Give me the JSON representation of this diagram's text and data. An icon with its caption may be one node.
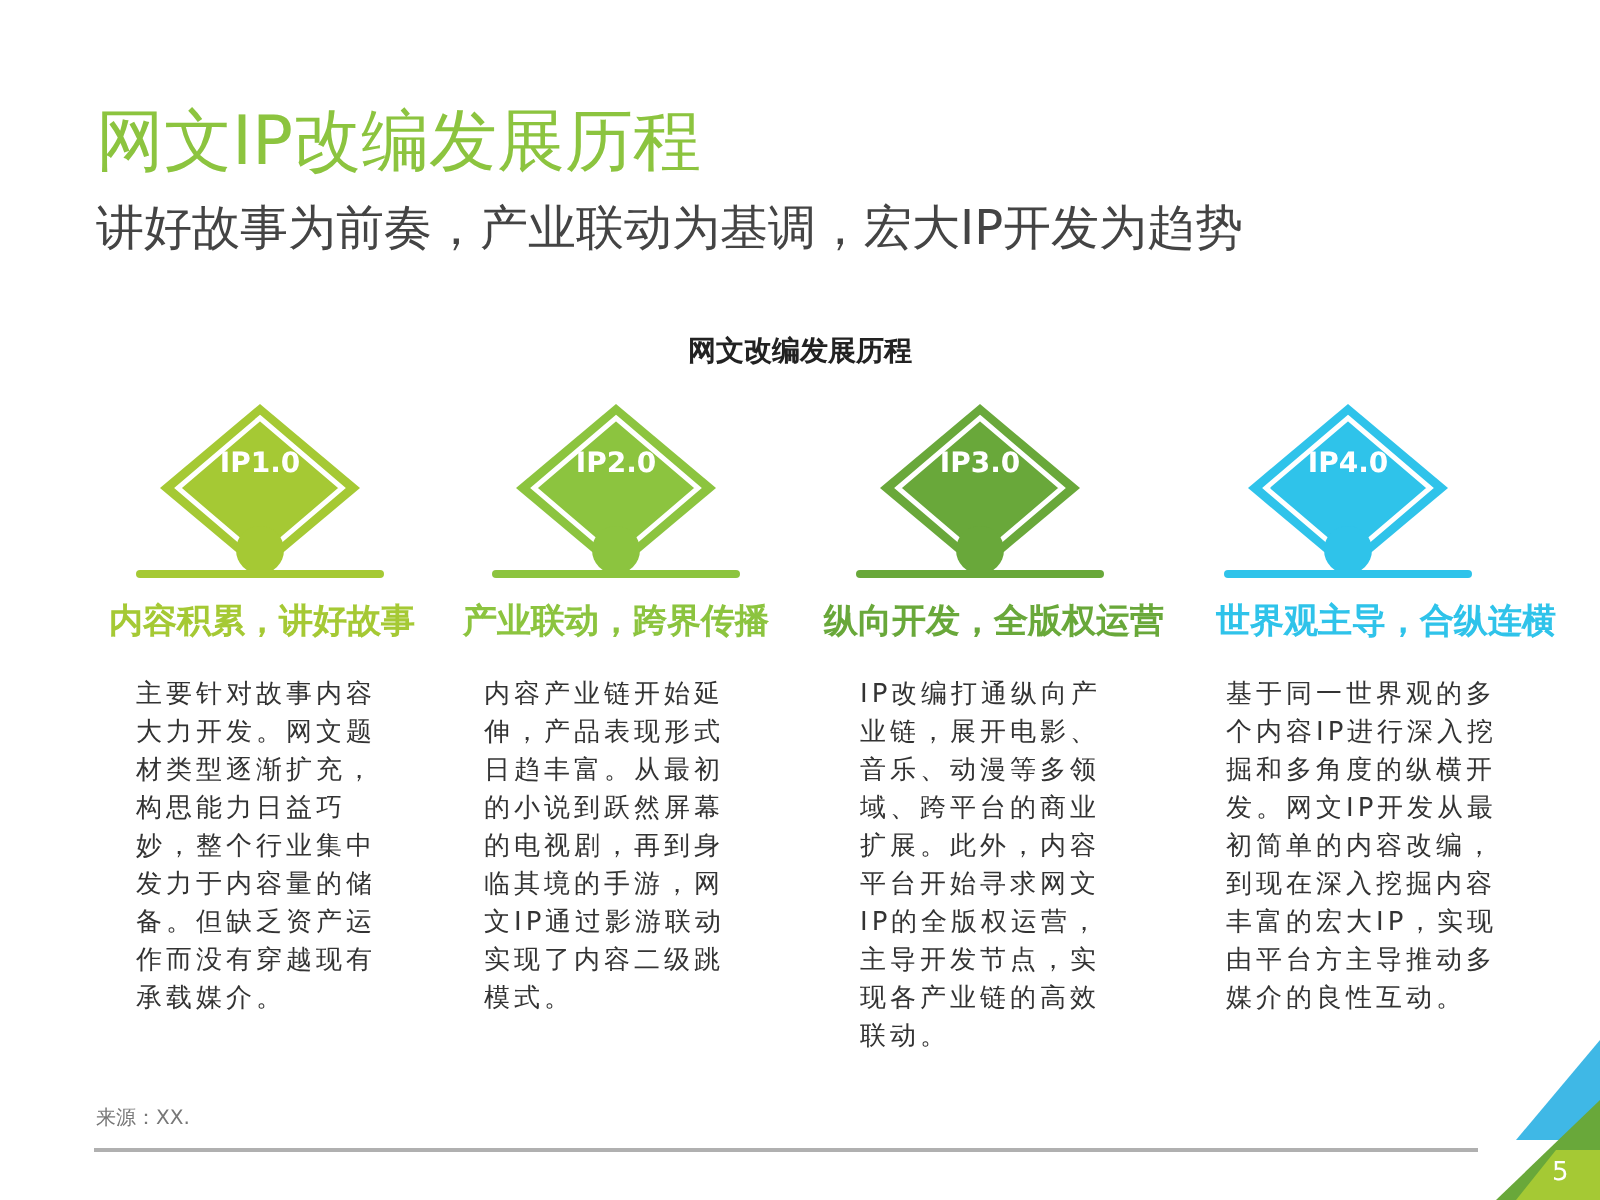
{
  "diagram": {
    "title": "网文IP改编发展历程",
    "nodes": [
      {
        "text": [
          "IP1.0"
        ],
        "beside": [
          "内容积累，讲好故事",
          "主要针对故事内容大力开发。网文题材类型逐渐扩充，构思能力日益巧妙，整个行业集中发力于内容量的储备。但缺乏资产运作而没有穿越现有承载媒介。"
        ]
      },
      {
        "text": [
          "IP2.0"
        ],
        "beside": [
          "产业联动，跨界传播",
          "内容产业链开始延伸，产品表现形式日趋丰富。从最初的小说到跃然屏幕的电视剧，再到身临其境的手游，网文IP通过影游联动实现了内容二级跳模式。"
        ]
      },
      {
        "text": [
          "IP3.0"
        ],
        "beside": [
          "纵向开发，全版权运营",
          "IP改编打通纵向产业链，展开电影、音乐、动漫等多领域、跨平台的商业扩展。此外，内容平台开始寻求网文IP的全版权运营，主导开发节点，实现各产业链的高效联动。"
        ]
      },
      {
        "text": [
          "IP4.0"
        ],
        "beside": [
          "世界观主导，合纵连横",
          "基于同一世界观的多个内容IP进行深入挖掘和多角度的纵横开发。网文IP开发从最初简单的内容改编，到现在深入挖掘内容丰富的宏大IP，实现由平台方主导推动多媒介的良性互动。"
        ]
      }
    ],
    "edges": [],
    "labels": [
      "讲好故事为前奏，产业联动为基调，宏大IP开发为趋势",
      "网文改编发展历程",
      "来源：XX.",
      "5"
    ]
  }
}
